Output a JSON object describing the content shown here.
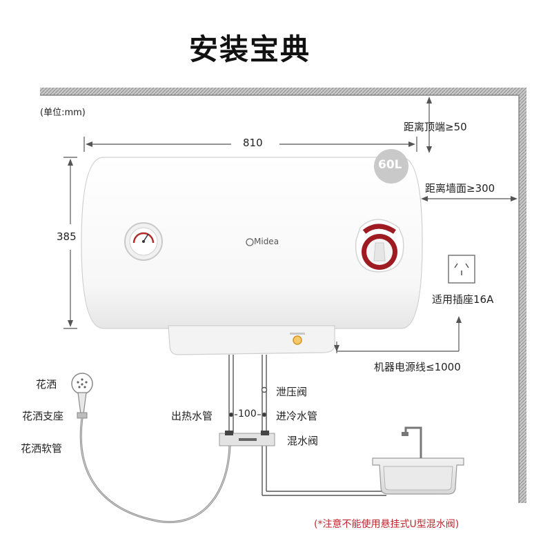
{
  "title": "安装宝典",
  "unit_label": "(单位:mm)",
  "dimensions": {
    "width": "810",
    "height": "385",
    "pipe_gap": "100",
    "top_clearance": "距离顶端≥50",
    "wall_clearance": "距离墙面≥300",
    "power_cord": "机器电源线≤1000"
  },
  "heater": {
    "capacity_badge": "60L",
    "brand": "Midea"
  },
  "socket_label": "适用插座16A",
  "labels": {
    "shower_head": "花洒",
    "shower_holder": "花洒支座",
    "shower_hose": "花洒软管",
    "relief_valve": "泄压阀",
    "hot_outlet": "出热水管",
    "cold_inlet": "进冷水管",
    "mixing_valve": "混水阀"
  },
  "warning": "(*注意不能使用悬挂式U型混水阀)",
  "colors": {
    "wall": "#9a9a9a",
    "accent_red": "#9e1b22",
    "warning_red": "#c0282e",
    "badge_gray": "#c9c9c9"
  }
}
